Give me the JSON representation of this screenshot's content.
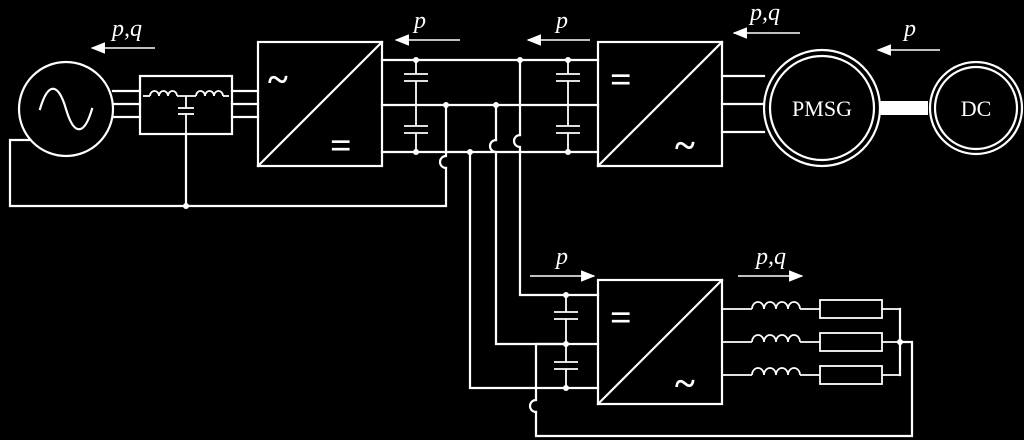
{
  "colors": {
    "background": "#000000",
    "line": "#ffffff"
  },
  "flow_labels": {
    "grid_pq": "p,q",
    "dc_link_left_p": "p",
    "dc_link_right_p": "p",
    "pmsg_pq": "p,q",
    "dc_motor_p": "p",
    "load_inverter_p": "p",
    "load_pq": "p,q"
  },
  "machines": {
    "pmsg": "PMSG",
    "dc_motor": "DC"
  },
  "converters": {
    "grid_converter": {
      "top_symbol": "~",
      "bottom_symbol": "="
    },
    "machine_converter": {
      "top_symbol": "=",
      "bottom_symbol": "~"
    },
    "load_converter": {
      "top_symbol": "=",
      "bottom_symbol": "~"
    }
  },
  "icons": {
    "grid_source": "ac-source-icon",
    "filter": "lcl-filter-icon",
    "inductor": "inductor-icon",
    "resistor": "resistor-icon",
    "capacitor": "capacitor-icon"
  }
}
